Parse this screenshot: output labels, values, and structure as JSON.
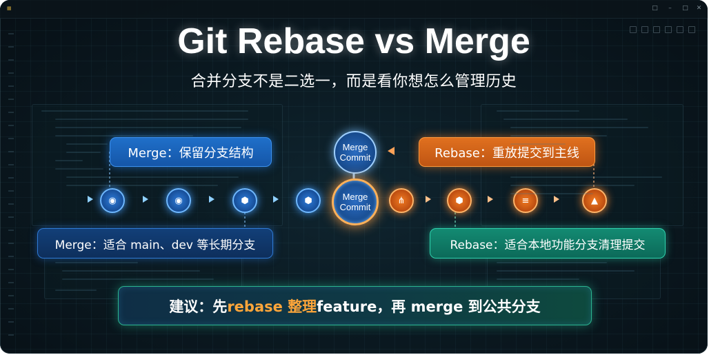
{
  "title": "Git Rebase vs Merge",
  "subtitle": "合并分支不是二选一，而是看你想怎么管理历史",
  "labels": {
    "merge_top": "Merge：保留分支结构",
    "rebase_top": "Rebase：重放提交到主线",
    "merge_bottom": "Merge：适合 main、dev 等长期分支",
    "rebase_bottom": "Rebase：适合本地功能分支清理提交"
  },
  "merge_commit": {
    "line1": "Merge",
    "line2": "Commit"
  },
  "advice": {
    "prefix": "建议：先 ",
    "highlight": "rebase 整理",
    "suffix": " feature，再 merge 到公共分支"
  },
  "colors": {
    "merge_blue": "#1f6fc9",
    "rebase_orange": "#e0701f",
    "rebase_teal": "#138a72",
    "highlight": "#ffa63a",
    "background": "#0b1a22"
  },
  "nodes": {
    "blue_icons": [
      "git-node-icon",
      "git-node-icon",
      "cube-icon",
      "cube-icon"
    ],
    "orange_icons": [
      "branch-icon",
      "cube-icon",
      "stack-icon",
      "tag-icon"
    ]
  }
}
